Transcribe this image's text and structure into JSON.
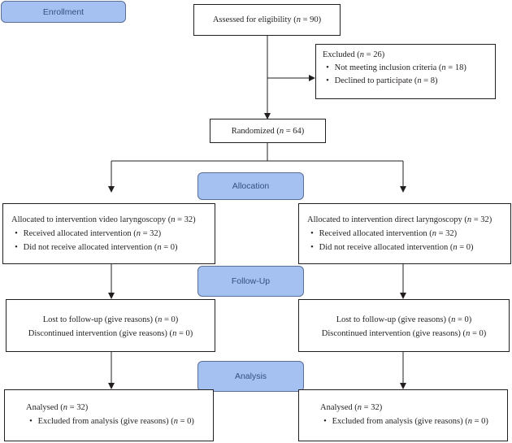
{
  "stages": {
    "enrollment": "Enrollment",
    "allocation": "Allocation",
    "follow_up": "Follow-Up",
    "analysis": "Analysis"
  },
  "assessed": {
    "text": "Assessed for eligibility (",
    "n": "n",
    "value": " = 90)"
  },
  "excluded": {
    "title": {
      "text": "Excluded (",
      "n": "n",
      "value": " = 26)"
    },
    "items": [
      {
        "text": "Not meeting inclusion criteria (",
        "n": "n",
        "value": " = 18)"
      },
      {
        "text": "Declined to participate (",
        "n": "n",
        "value": " = 8)"
      }
    ]
  },
  "randomized": {
    "text": "Randomized (",
    "n": "n",
    "value": " = 64)"
  },
  "allocation_left": {
    "title": {
      "text": "Allocated to intervention video laryngoscopy (",
      "n": "n",
      "value": " = 32)"
    },
    "items": [
      {
        "text": "Received allocated intervention (",
        "n": "n",
        "value": " = 32)"
      },
      {
        "text": "Did not receive allocated intervention (",
        "n": "n",
        "value": " = 0)"
      }
    ]
  },
  "allocation_right": {
    "title": {
      "text": "Allocated to intervention direct laryngoscopy (",
      "n": "n",
      "value": " = 32)"
    },
    "items": [
      {
        "text": "Received allocated intervention (",
        "n": "n",
        "value": " = 32)"
      },
      {
        "text": "Did not receive allocated intervention (",
        "n": "n",
        "value": " = 0)"
      }
    ]
  },
  "followup_left": {
    "lost": {
      "text": "Lost to follow-up (give reasons) (",
      "n": "n",
      "value": " = 0)"
    },
    "discontinued": {
      "text": "Discontinued intervention (give reasons) (",
      "n": "n",
      "value": " = 0)"
    }
  },
  "followup_right": {
    "lost": {
      "text": "Lost to follow-up (give reasons) (",
      "n": "n",
      "value": " = 0)"
    },
    "discontinued": {
      "text": "Discontinued intervention (give reasons) (",
      "n": "n",
      "value": " = 0)"
    }
  },
  "analysis_left": {
    "title": {
      "text": "Analysed (",
      "n": "n",
      "value": " = 32)"
    },
    "items": [
      {
        "text": "Excluded from analysis (give reasons) (",
        "n": "n",
        "value": " = 0)"
      }
    ]
  },
  "analysis_right": {
    "title": {
      "text": "Analysed (",
      "n": "n",
      "value": " = 32)"
    },
    "items": [
      {
        "text": "Excluded from analysis (give reasons) (",
        "n": "n",
        "value": " = 0)"
      }
    ]
  },
  "bullet_glyph": "•"
}
